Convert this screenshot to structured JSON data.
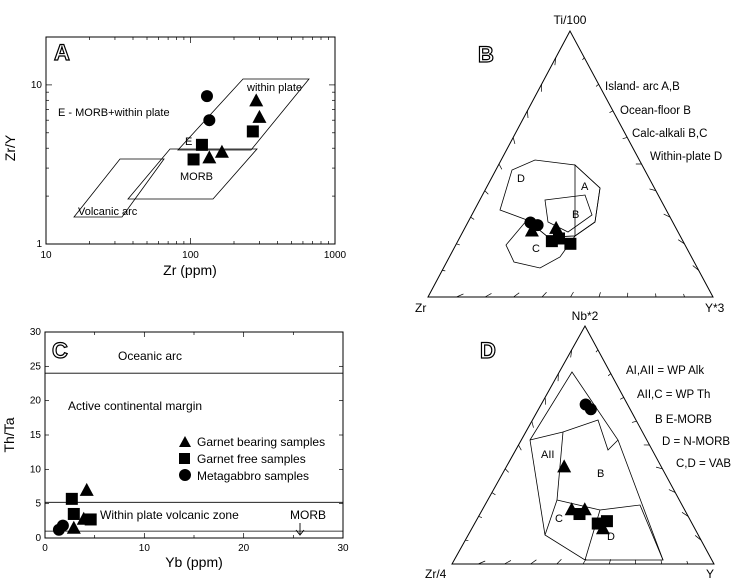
{
  "chart_data": [
    {
      "panel": "A",
      "type": "scatter",
      "xlabel": "Zr (ppm)",
      "ylabel": "Zr/Y",
      "xscale": "log",
      "yscale": "log",
      "xlim": [
        10,
        1000
      ],
      "ylim": [
        1,
        20
      ],
      "xticks": [
        "10",
        "100",
        "1000"
      ],
      "yticks": [
        "1",
        "10"
      ],
      "fields": [
        "E - MORB+within plate",
        "within plate",
        "E",
        "MORB",
        "Volcanic arc"
      ],
      "series": [
        {
          "marker": "circle",
          "points": [
            [
              130,
              8.5
            ],
            [
              135,
              6.0
            ]
          ]
        },
        {
          "marker": "triangle",
          "points": [
            [
              285,
              8.0
            ],
            [
              300,
              6.3
            ],
            [
              165,
              3.8
            ],
            [
              135,
              3.5
            ]
          ]
        },
        {
          "marker": "square",
          "points": [
            [
              270,
              5.1
            ],
            [
              120,
              4.2
            ],
            [
              105,
              3.4
            ]
          ]
        }
      ]
    },
    {
      "panel": "B",
      "type": "ternary",
      "vertices": [
        "Ti/100",
        "Zr",
        "Y*3"
      ],
      "fields": [
        "A",
        "B",
        "C",
        "D"
      ],
      "notes": [
        "Island- arc A,B",
        "Ocean-floor B",
        "Calc-alkali B,C",
        "Within-plate D"
      ],
      "series": [
        {
          "marker": "circle",
          "points": [
            [
              0.28,
              0.5,
              0.22
            ],
            [
              0.27,
              0.48,
              0.25
            ]
          ]
        },
        {
          "marker": "triangle",
          "points": [
            [
              0.25,
              0.51,
              0.24
            ],
            [
              0.26,
              0.42,
              0.32
            ]
          ]
        },
        {
          "marker": "square",
          "points": [
            [
              0.21,
              0.46,
              0.33
            ],
            [
              0.22,
              0.43,
              0.35
            ],
            [
              0.2,
              0.4,
              0.4
            ]
          ]
        }
      ]
    },
    {
      "panel": "C",
      "type": "scatter",
      "xlabel": "Yb (ppm)",
      "ylabel": "Th/Ta",
      "xlim": [
        0,
        30
      ],
      "ylim": [
        0,
        30
      ],
      "xticks": [
        "0",
        "10",
        "20",
        "30"
      ],
      "yticks": [
        "0",
        "5",
        "10",
        "15",
        "20",
        "25",
        "30"
      ],
      "fields": [
        "Oceanic arc",
        "Active continental margin",
        "Within plate volcanic zone",
        "MORB"
      ],
      "legend": [
        {
          "marker": "triangle",
          "label": "Garnet bearing samples"
        },
        {
          "marker": "square",
          "label": "Garnet free samples"
        },
        {
          "marker": "circle",
          "label": "Metagabbro samples"
        }
      ],
      "series": [
        {
          "marker": "triangle",
          "points": [
            [
              4.2,
              7.0
            ],
            [
              3.9,
              2.8
            ],
            [
              2.9,
              1.5
            ]
          ]
        },
        {
          "marker": "square",
          "points": [
            [
              2.7,
              5.7
            ],
            [
              2.9,
              3.5
            ],
            [
              4.6,
              2.7
            ]
          ]
        },
        {
          "marker": "circle",
          "points": [
            [
              1.4,
              1.2
            ],
            [
              1.8,
              1.8
            ]
          ]
        }
      ]
    },
    {
      "panel": "D",
      "type": "ternary",
      "vertices": [
        "Nb*2",
        "Zr/4",
        "Y"
      ],
      "fields": [
        "AII",
        "B",
        "C",
        "D"
      ],
      "notes": [
        "AI,AII = WP Alk",
        "AII,C = WP Th",
        "B  E-MORB",
        "D = N-MORB",
        "C,D = VAB"
      ],
      "series": [
        {
          "marker": "circle",
          "points": [
            [
              0.67,
              0.16,
              0.17
            ],
            [
              0.65,
              0.15,
              0.2
            ]
          ]
        },
        {
          "marker": "triangle",
          "points": [
            [
              0.41,
              0.37,
              0.22
            ],
            [
              0.23,
              0.43,
              0.34
            ],
            [
              0.23,
              0.38,
              0.39
            ],
            [
              0.15,
              0.35,
              0.5
            ]
          ]
        },
        {
          "marker": "square",
          "points": [
            [
              0.21,
              0.41,
              0.38
            ],
            [
              0.17,
              0.36,
              0.47
            ],
            [
              0.18,
              0.32,
              0.5
            ]
          ]
        }
      ]
    }
  ]
}
